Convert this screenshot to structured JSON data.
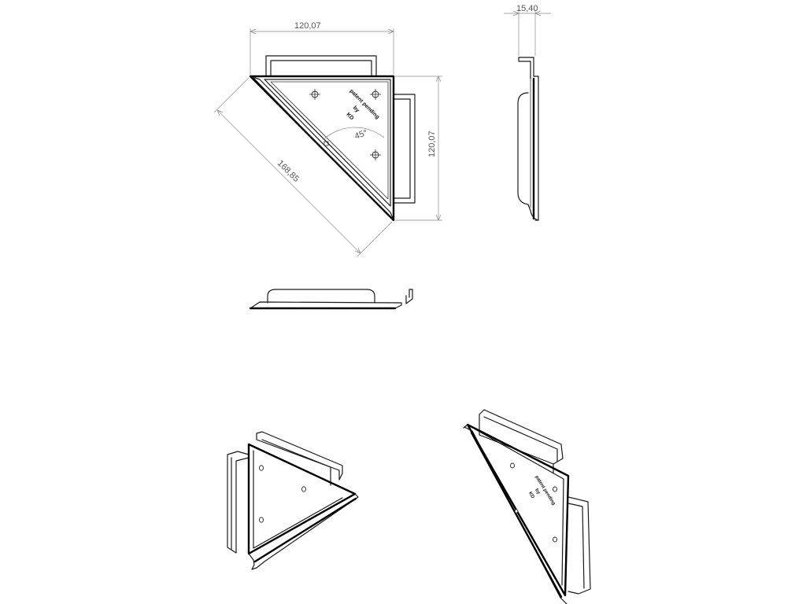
{
  "dimensions": {
    "width_top": "120,07",
    "height_right": "120,07",
    "diagonal": "168,85",
    "thickness": "15,40",
    "angle": "45°"
  },
  "engraving": {
    "line1": "patent pending",
    "line2": "by",
    "line3": "KD"
  },
  "colors": {
    "line": "#000000",
    "dimension": "#8a8a8a",
    "background": "#ffffff"
  }
}
